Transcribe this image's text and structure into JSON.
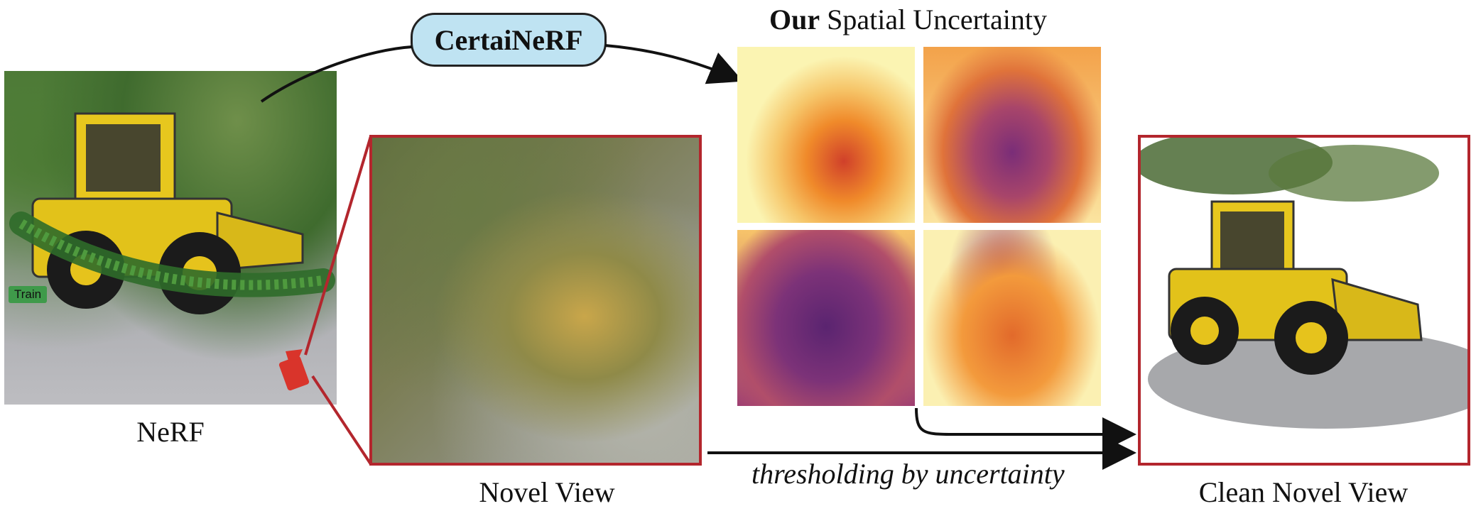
{
  "labels": {
    "nerf": "NeRF",
    "novel_view": "Novel View",
    "clean_novel_view": "Clean Novel View",
    "method": "CertaiNeRF",
    "uncertainty_title_bold": "Our",
    "uncertainty_title_rest": " Spatial Uncertainty",
    "thresholding": "thresholding by uncertainty",
    "train_tag": "Train"
  },
  "colors": {
    "frame_red": "#b3262d",
    "pill_fill": "#bfe3f2",
    "camera_green": "#2f6b2a",
    "camera_red": "#d9342b",
    "heat_low": "#fbf4b2",
    "heat_mid": "#f08a2a",
    "heat_high": "#6b2a7a"
  },
  "icons": [
    "camera-trajectory-icon",
    "test-camera-icon"
  ]
}
